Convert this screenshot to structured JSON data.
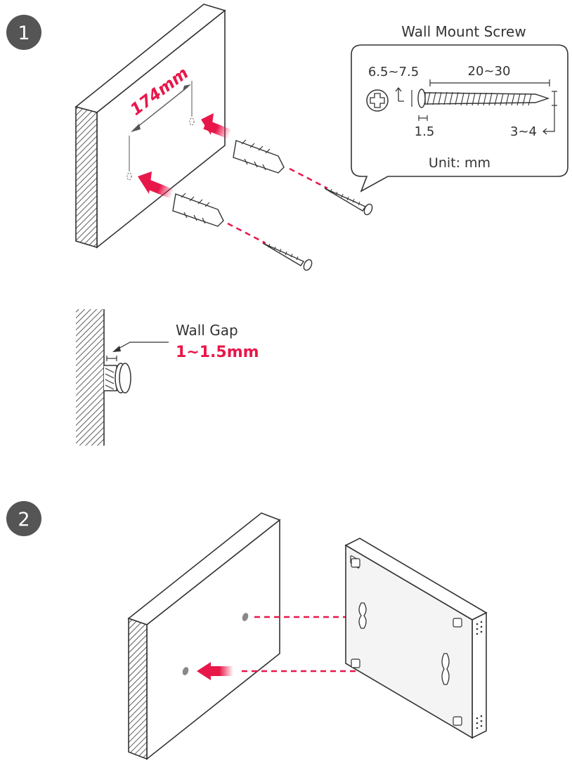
{
  "steps": [
    {
      "number": "1"
    },
    {
      "number": "2"
    }
  ],
  "step1": {
    "hole_spacing": "174mm",
    "screw_callout": {
      "title": "Wall Mount Screw",
      "head_diameter": "6.5~7.5",
      "length": "20~30",
      "head_thickness": "1.5",
      "shank_diameter": "3~4",
      "unit": "Unit: mm"
    },
    "wall_gap": {
      "label": "Wall Gap",
      "value": "1~1.5mm"
    }
  },
  "colors": {
    "accent": "#e8174a",
    "line": "#333333",
    "badge": "#555555",
    "hatch": "#333333",
    "device_fill": "#f4f4f4"
  },
  "icons": [
    "phillips-head-icon",
    "arrow-icon",
    "screw-icon",
    "wall-anchor-icon",
    "keyhole-slot-icon"
  ]
}
